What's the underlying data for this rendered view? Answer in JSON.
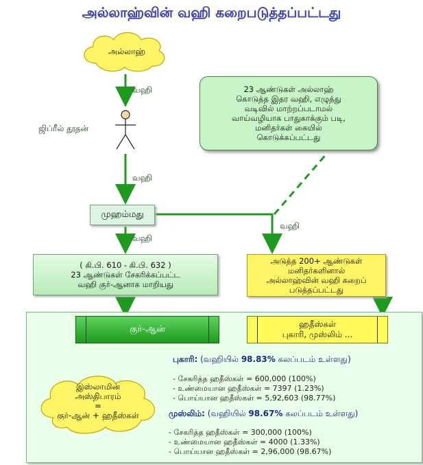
{
  "title": "அல்லாஹ்வின் வஹி கறைபடுத்தப்பட்டது",
  "allah_cloud": "அல்லாஹ்",
  "labels": {
    "wahi1": "வஹி",
    "wahi2": "வஹி",
    "wahi3": "வஹி",
    "wahi4": "வஹி",
    "gabriel": "ஜிப்ரீல் தூதன்"
  },
  "muhammad": "முஹம்மது",
  "note": [
    "23 ஆண்டுகள் அல்லாஹ்",
    "கொடுத்த இதர வஹி, எழுத்து",
    "வடிவில் மாற்றப்படாமல்",
    "வாய்வழியாக பாதுகாக்கும் படி,",
    "மனிதர்கள் கையில்",
    "கொடுக்கப்பட்டது"
  ],
  "left_box": [
    "( கி.பி. 610 - கி.பி. 632 )",
    "23 ஆண்டுகள் சேகரிக்கப்பட்ட",
    "வஹி குர்-ஆனாக மாறியது"
  ],
  "right_box": [
    "அடுத்த 200+ ஆண்டுகள்",
    "மனிதர்களினால்",
    "அல்லாஹ்வின் வஹி கறைப்",
    "படுத்தப்பட்டது"
  ],
  "quran": "குர்-ஆன்",
  "hadith": [
    "ஹதீஸ்கள்",
    "புகாரி, முஸ்லிம் ..."
  ],
  "foundation": [
    "இஸ்லாமின்",
    "அஸ்திபாரம்",
    "=",
    "குர்-ஆன் + ஹதீஸ்கள்"
  ],
  "bukhari": {
    "name": "புகாரி:",
    "pre": " (வஹியில் ",
    "pct": "98.83%",
    "post": "  கலப்படம் உள்ளது)",
    "lines": [
      "- சேகரித்த ஹதீஸ்கள் = 600,000 (100%)",
      "- உண்மையான ஹதீஸ்கள் = 7397 (1.23%)",
      "- பொய்யான ஹதீஸ்கள் = 5,92,603 (98.77%)"
    ]
  },
  "muslim": {
    "name": "முஸ்லிம்:",
    "pre": " (வஹியில் ",
    "pct": "98.67%",
    "post": "  கலப்படம் உள்ளது)",
    "lines": [
      "- சேகரித்த ஹதீஸ்கள் = 300,000 (100%)",
      "- உண்மையான ஹதீஸ்கள் = 4000 (1.33%)",
      "- பொய்யான ஹதீஸ்கள் = 2,96,000 (98.67%)"
    ]
  },
  "colors": {
    "arrow": "#1e9a1e",
    "title": "#3a3ac8",
    "cloud_yellow": "#fff566",
    "cloud_green": "#c8f5c8"
  }
}
